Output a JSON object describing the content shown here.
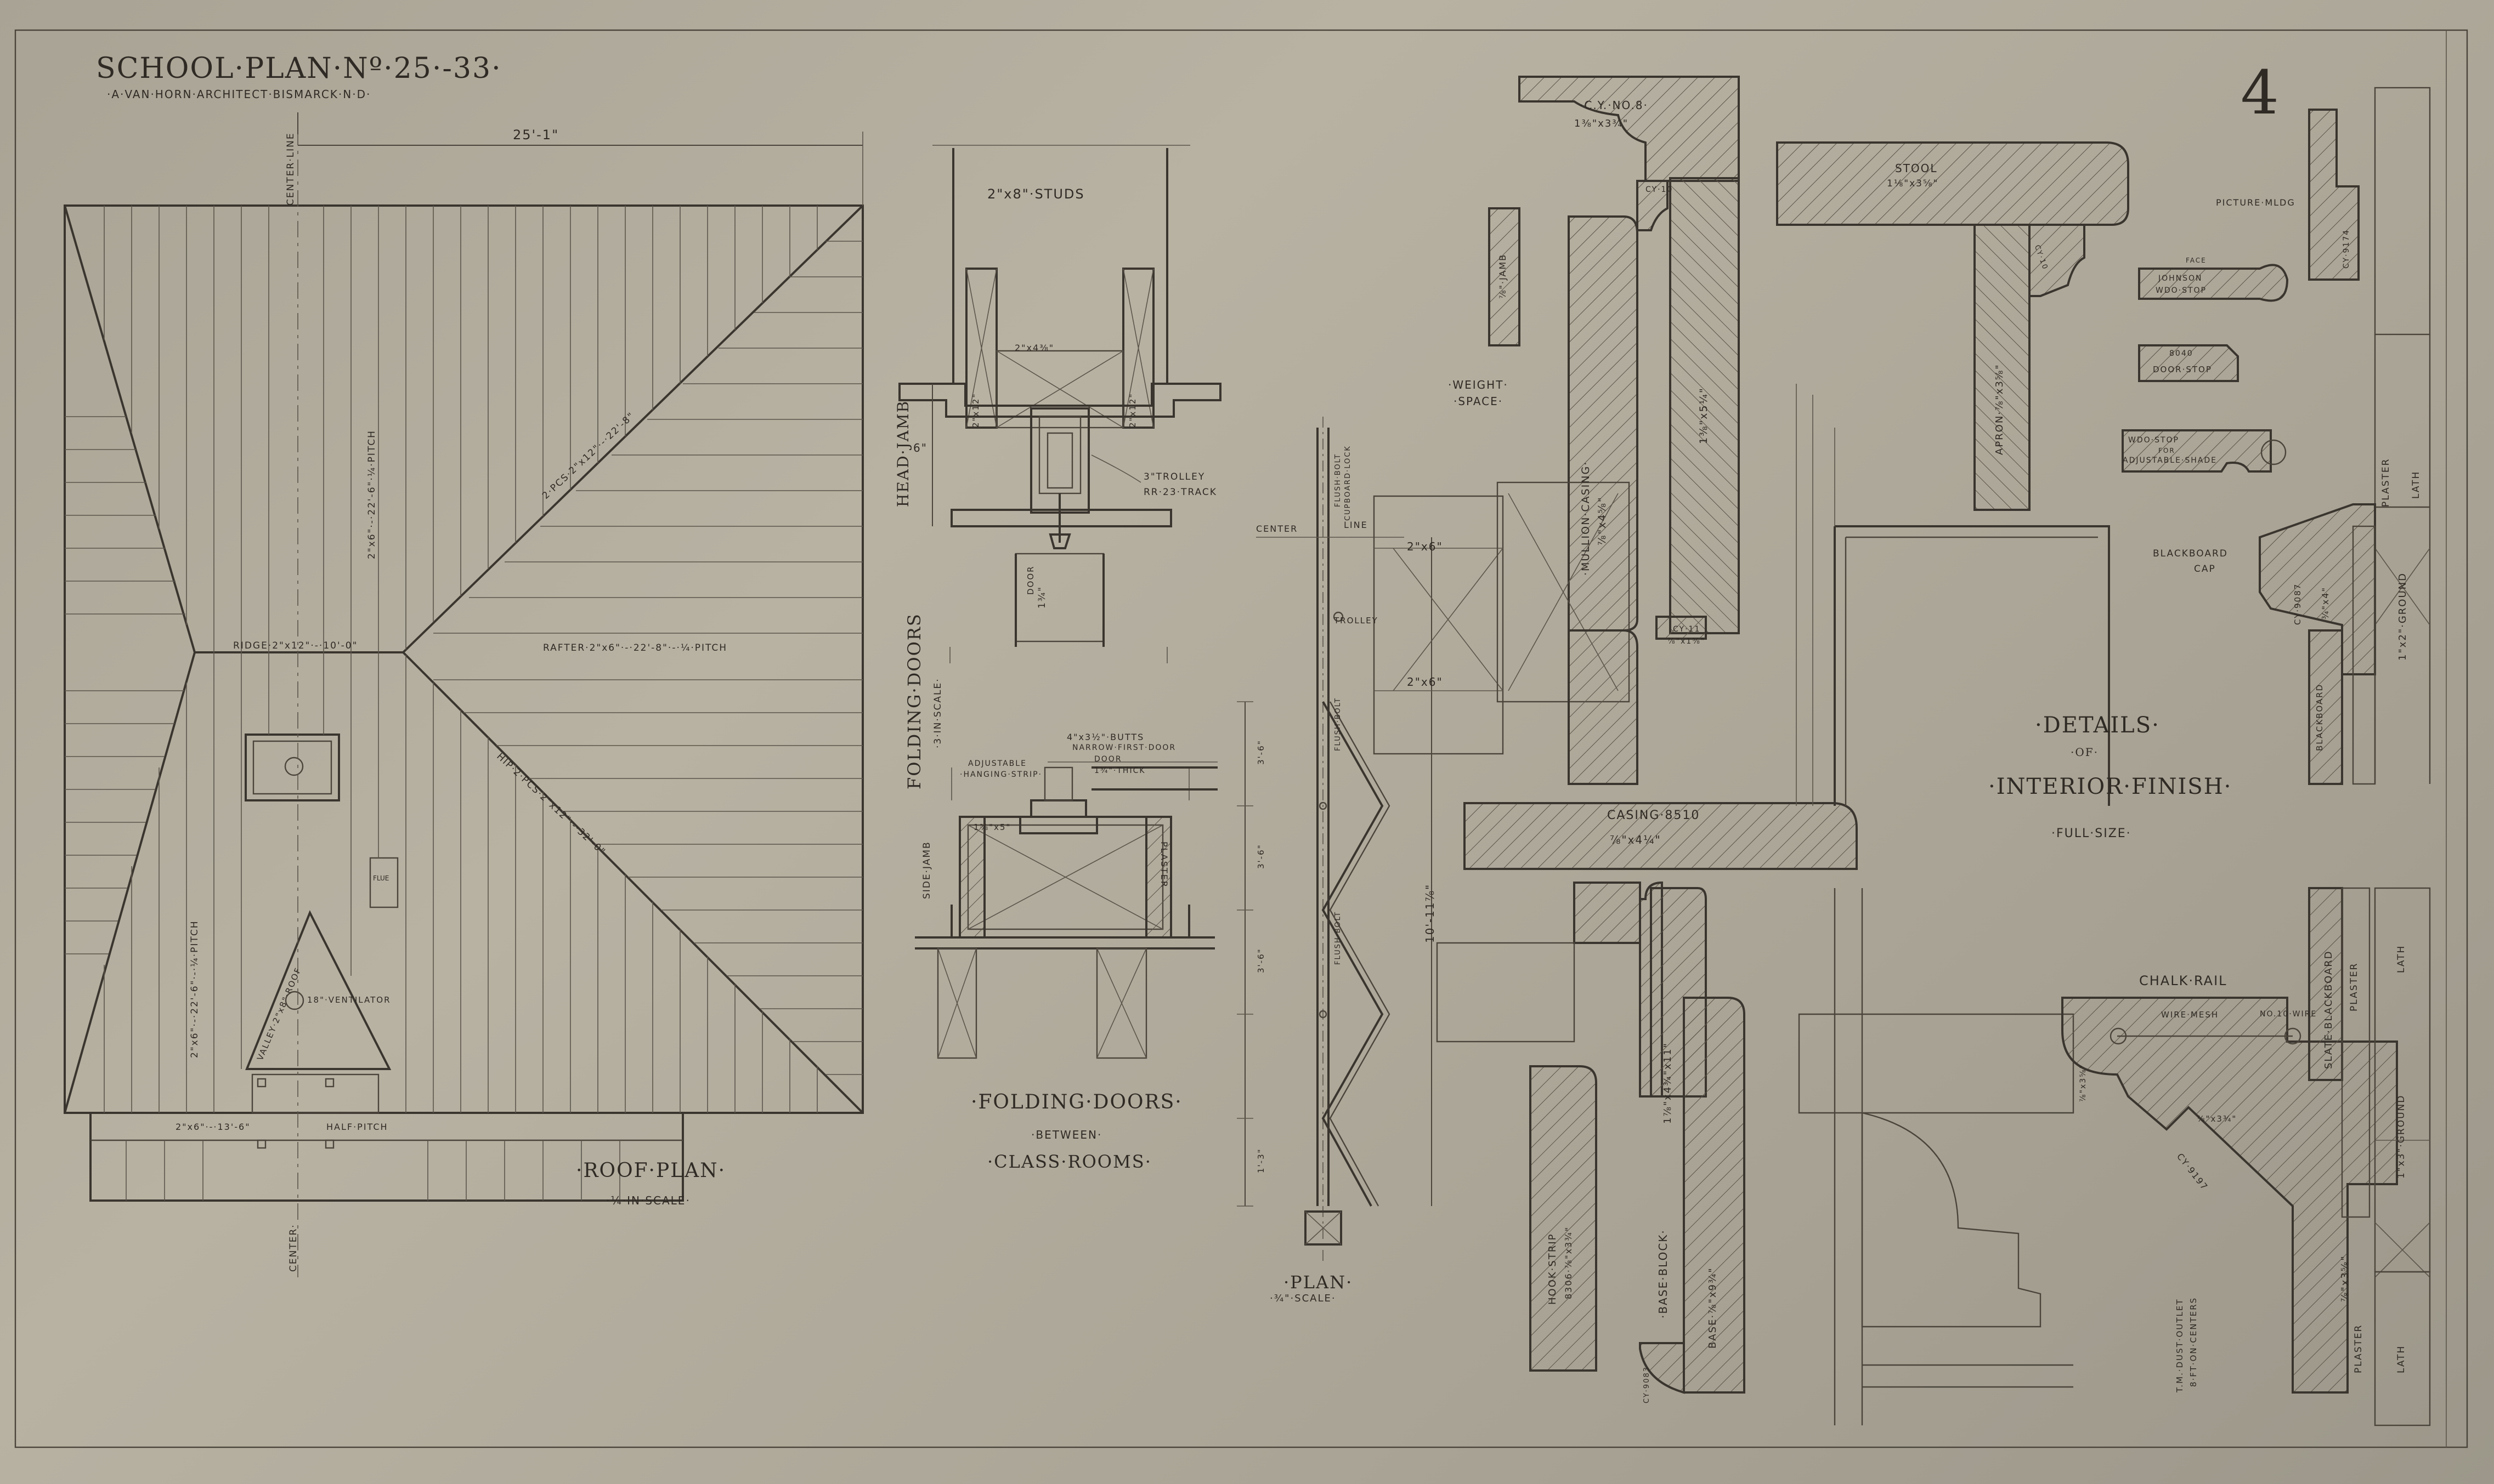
{
  "title_block": {
    "title": "SCHOOL·PLAN·Nº·25·-33·",
    "subtitle": "·A·VAN·HORN·ARCHITECT·BISMARCK·N·D·",
    "sheet_number": "4"
  },
  "roof_plan": {
    "title": "·ROOF·PLAN·",
    "scale": "·¼·IN·SCALE·",
    "dimension_width": "25'-1\"",
    "center_line_top": "CENTER·LINE",
    "center_line_bottom": "CENTER·",
    "ridge_note": "RIDGE·2\"x12\"·-·10'-0\"",
    "rafter_note_right": "RAFTER·2\"x6\"·-·22'-8\"·-·¼·PITCH",
    "rafter_note_top": "2\"x6\"·-·22'-6\"·¼·PITCH",
    "rafter_note_left": "2\"x6\"·-·22'-6\"·-·¼·PITCH",
    "hip_note_upper": "2·PCS·2\"x12\"·-·22'-8\"",
    "hip_note_lower": "HIP·2·PCS·2\"x12\"·-·32'-0\"",
    "valley_note": "VALLEY·2\"x8\"·ROOF",
    "ventilator_note": "18\"·VENTILATOR",
    "flue_note": "FLUE",
    "porch_note": "2\"x6\"·-·13'-6\"",
    "half_pitch": "HALF·PITCH"
  },
  "head_jamb": {
    "studs_label": "2\"x8\"·STUDS",
    "header_label": "2\"x4⅜\"",
    "stud_left": "2\"x12\"",
    "stud_right": "2\"x12\"",
    "section_label": "HEAD·JAMB",
    "section_dim": "6\"",
    "trolley_note": "3\"TROLLEY",
    "track_note": "RR·23·TRACK",
    "door_label": "DOOR",
    "door_dim": "1¾\""
  },
  "folding_doors_small": {
    "title": "FOLDING·DOORS",
    "scale": "·3·IN·SCALE·"
  },
  "side_jamb": {
    "butts_note": "4\"x3½\"·BUTTS",
    "narrow_note": "NARROW·FIRST·DOOR",
    "door_note": "DOOR",
    "door_thick": "1¾\"·THICK",
    "strip_note_1": "ADJUSTABLE",
    "strip_note_2": "·HANGING·STRIP·",
    "dim_1": "1⅝\"x5\"",
    "side_label": "SIDE·JAMB",
    "plaster_label": "PLASTER"
  },
  "folding_doors_main": {
    "title": "·FOLDING·DOORS·",
    "between": "·BETWEEN·",
    "rooms": "·CLASS·ROOMS·"
  },
  "plan_detail": {
    "center_label": "CENTER",
    "line_label": "LINE",
    "stud_a": "2\"x6\"",
    "stud_b": "2\"x6\"",
    "trolley": "TROLLEY",
    "flush_bolt_1": "FLUSH·BOLT",
    "flush_bolt_2": "FLUSH·BOLT",
    "flush_bolt_3": "FLUSH·BOLT",
    "cupboard_lock": "CUPBOARD·LOCK",
    "dim_total": "10'-11⅞\"",
    "dim_1": "3'-6\"",
    "dim_2": "3'-6\"",
    "dim_3": "3'-6\"",
    "dim_4": "1'-3\"",
    "title": "·PLAN·",
    "scale": "·¾\"·SCALE·"
  },
  "details": {
    "title_1": "·DETAILS·",
    "title_2": "·OF·",
    "title_3": "·INTERIOR·FINISH·",
    "scale": "·FULL·SIZE·",
    "weight_space_1": "·WEIGHT·",
    "weight_space_2": "·SPACE·",
    "cy_808": "·C.Y.·NO.8·",
    "cy_808_dim": "1⅜\"x3¾\"",
    "cy_10": "CY·10",
    "jamb": "⅞\"·JAMB",
    "mullion": "·MULLION·CASING·",
    "mullion_dim": "⅞\"x4⅝\"",
    "stop_dim": "1⅜\"x5¼\"",
    "cy_11": "CY·11",
    "cy_11_dim": "⅞\"x1⅝\"",
    "stool": "STOOL",
    "stool_dim": "1⅛\"x3⅝\"",
    "cy_10b": "CY·10",
    "apron": "APRON·⅞\"x3⅝\"",
    "picture_mldg": "PICTURE·MLDG",
    "cy_picture": "CY·9174",
    "face": "FACE",
    "johnson_1": "JOHNSON",
    "johnson_2": "WDO·STOP",
    "door_stop_1": "8040",
    "door_stop_2": "DOOR·STOP",
    "wdo_stop_1": "WDO·STOP",
    "wdo_stop_2": "FOR",
    "wdo_stop_3": "ADJUSTABLE·SHADE",
    "blackboard_cap_1": "BLACKBOARD",
    "blackboard_cap_2": "CAP",
    "cy_9087": "CY·9087",
    "cap_dim": "¾\"x4\"",
    "ground_1": "1\"x2\"·GROUND",
    "plaster_1": "PLASTER",
    "lath_1": "LATH",
    "blackboard_label": "BLACKBOARD",
    "casing": "CASING·8510",
    "casing_dim": "⅞\"x4¼\"",
    "base_block": "1⅞\"x4¾\"x11\"",
    "base_block_label": "·BASE·BLOCK·",
    "base_dim": "BASE·⅞\"x9¾\"",
    "hook_strip": "HOOK·STRIP",
    "hook_strip_dim": "8306·⅞\"x3¾\"",
    "cy_9083": "CY·9083",
    "chalk_rail": "CHALK·RAIL",
    "wire_mesh": "WIRE·MESH",
    "wire_no": "NO.10·WIRE",
    "rail_dim_1": "⅞\"x3⅝\"",
    "rail_dim_2": "⅞\"x3¾\"",
    "cy_9197": "CY·9197",
    "rail_dim_3": "⅞\"x3⅝\"",
    "slate_blackboard": "SLATE·BLACKBOARD",
    "plaster_2": "PLASTER",
    "lath_2": "LATH",
    "ground_2": "1\"x3\"·GROUND",
    "dust_1": "T.M.·DUST·OUTLET",
    "dust_2": "8·FT·ON·CENTERS",
    "plaster_3": "PLASTER",
    "lath_3": "LATH"
  }
}
